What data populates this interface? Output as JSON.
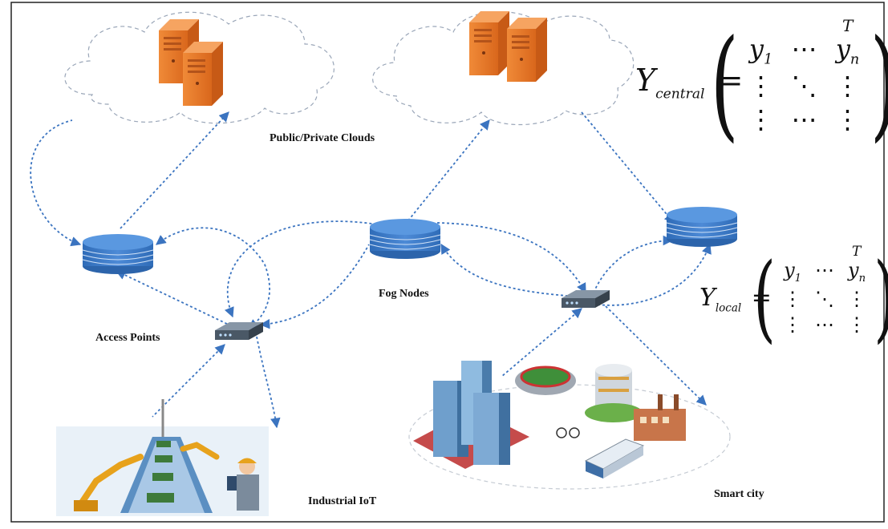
{
  "labels": {
    "clouds": "Public/Private Clouds",
    "fog_nodes": "Fog Nodes",
    "access_points": "Access Points",
    "industrial_iot": "Industrial IoT",
    "smart_city": "Smart city"
  },
  "equations": {
    "central": {
      "lhs": "Y",
      "subscript": "central",
      "equals": "=",
      "transpose": "T",
      "rows": [
        [
          "y1",
          "⋯",
          "yn"
        ],
        [
          "⋮",
          "⋱",
          "⋮"
        ],
        [
          "⋮",
          "⋯",
          "⋮"
        ]
      ]
    },
    "local": {
      "lhs": "Y",
      "subscript": "local",
      "equals": "=",
      "transpose": "T",
      "rows": [
        [
          "y1",
          "⋯",
          "yn"
        ],
        [
          "⋮",
          "⋱",
          "⋮"
        ],
        [
          "⋮",
          "⋯",
          "⋮"
        ]
      ]
    }
  },
  "colors": {
    "arrow": "#3b74c0",
    "node_blue": "#3d7ac7",
    "server_orange": "#e77a2b",
    "cloud_outline": "#9aa6b8"
  },
  "icons": [
    "cloud-icon",
    "server-icon",
    "database-node-icon",
    "router-icon",
    "factory-robot-icon",
    "city-buildings-icon"
  ]
}
